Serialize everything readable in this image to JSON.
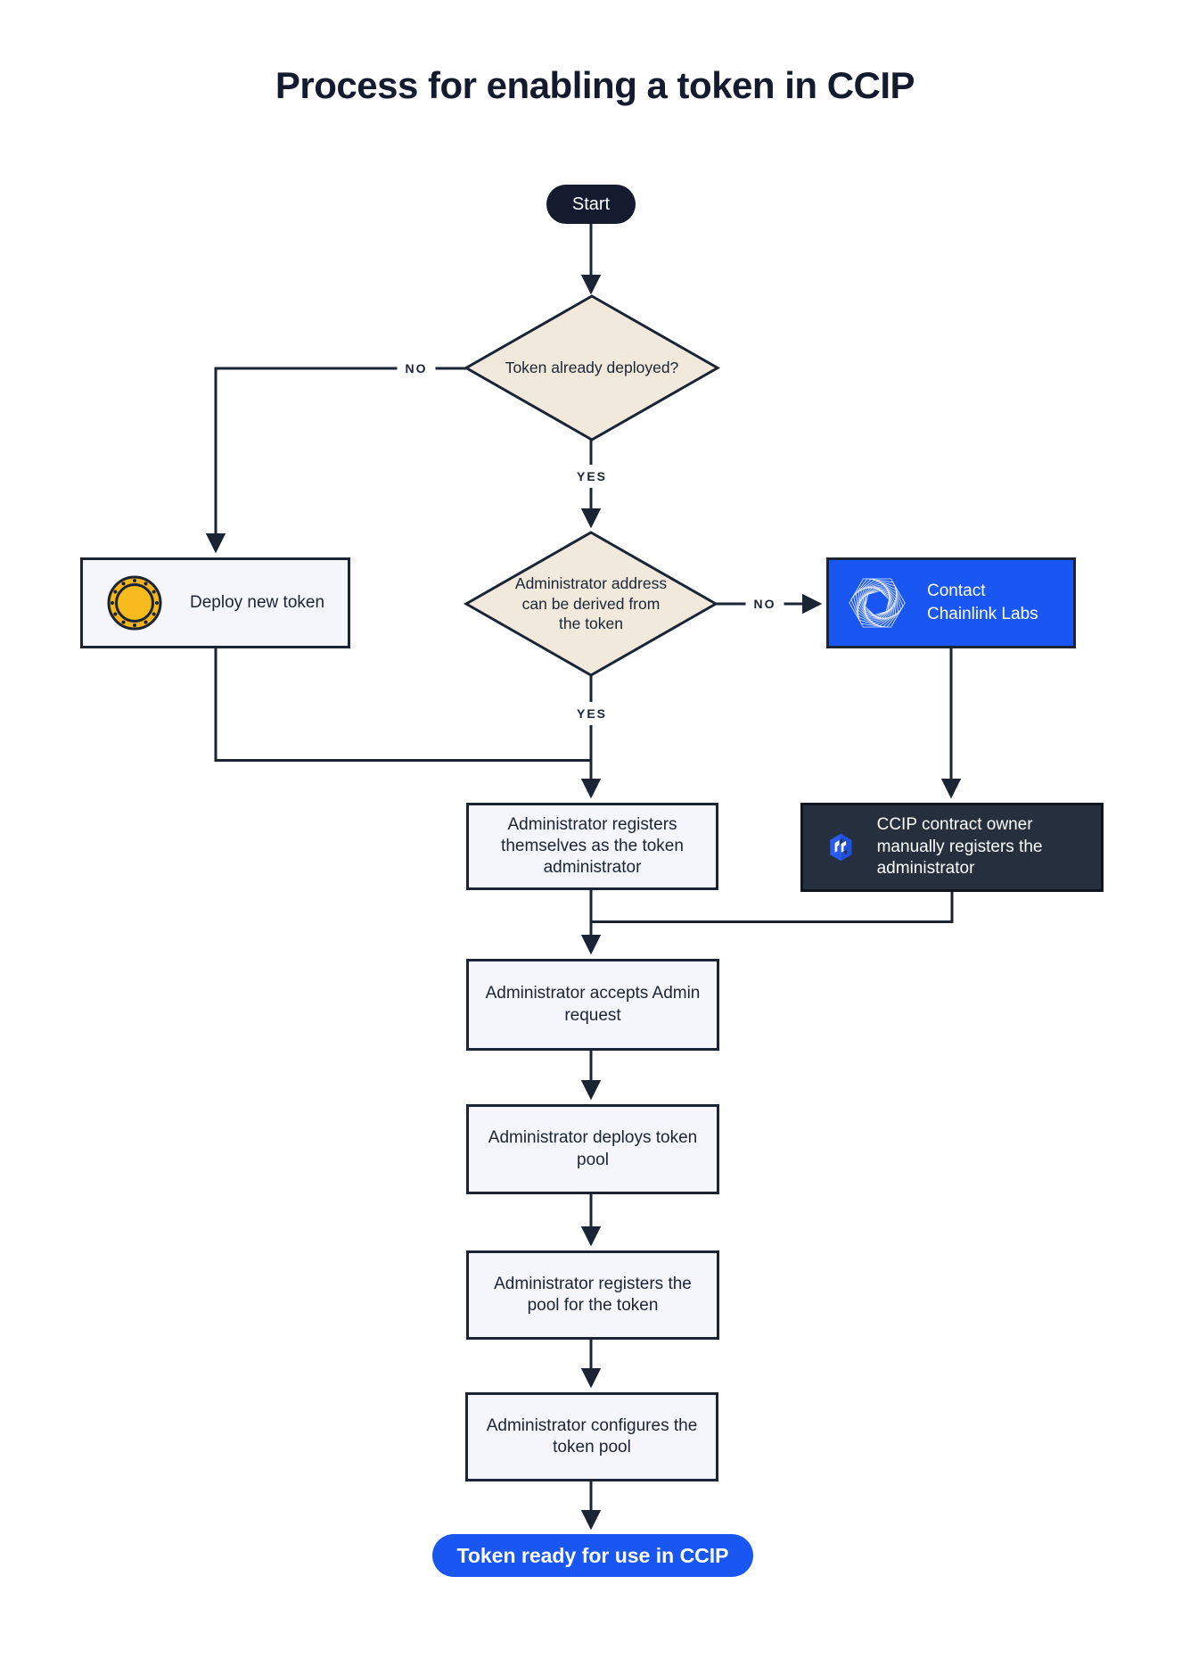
{
  "title": "Process for enabling a token in CCIP",
  "colors": {
    "ink": "#1b2434",
    "accent_blue": "#1a57f2",
    "diamond_beige": "#f0e9dc",
    "process_box_fill": "#f4f6fb",
    "dark_box_fill": "#262f3d",
    "coin_gold": "#f3b41c",
    "background": "#ffffff"
  },
  "nodes": {
    "start": {
      "label": "Start"
    },
    "token_deployed_decision": {
      "label": "Token already deployed?"
    },
    "deploy_new_token": {
      "label": "Deploy new token",
      "icon": "token-coin-icon"
    },
    "admin_derived_decision": {
      "label": "Administrator address can be derived from the token"
    },
    "contact_chainlink": {
      "line1": "Contact",
      "line2": "Chainlink Labs",
      "icon": "chainlink-labs-logo-icon"
    },
    "admin_registers_self": {
      "label": "Administrator registers themselves as the token administrator"
    },
    "ccip_owner_registers": {
      "label": "CCIP contract owner manually registers the administrator",
      "icon": "ccip-logo-icon"
    },
    "admin_accepts": {
      "label": "Administrator accepts Admin request"
    },
    "admin_deploys_pool": {
      "label": "Administrator deploys token pool"
    },
    "admin_registers_pool": {
      "label": "Administrator registers the pool for the token"
    },
    "admin_configures_pool": {
      "label": "Administrator configures the token pool"
    },
    "token_ready": {
      "label": "Token ready for use in CCIP"
    }
  },
  "edge_labels": {
    "token_deployed_no": "NO",
    "token_deployed_yes": "YES",
    "admin_derived_no": "NO",
    "admin_derived_yes": "YES"
  }
}
